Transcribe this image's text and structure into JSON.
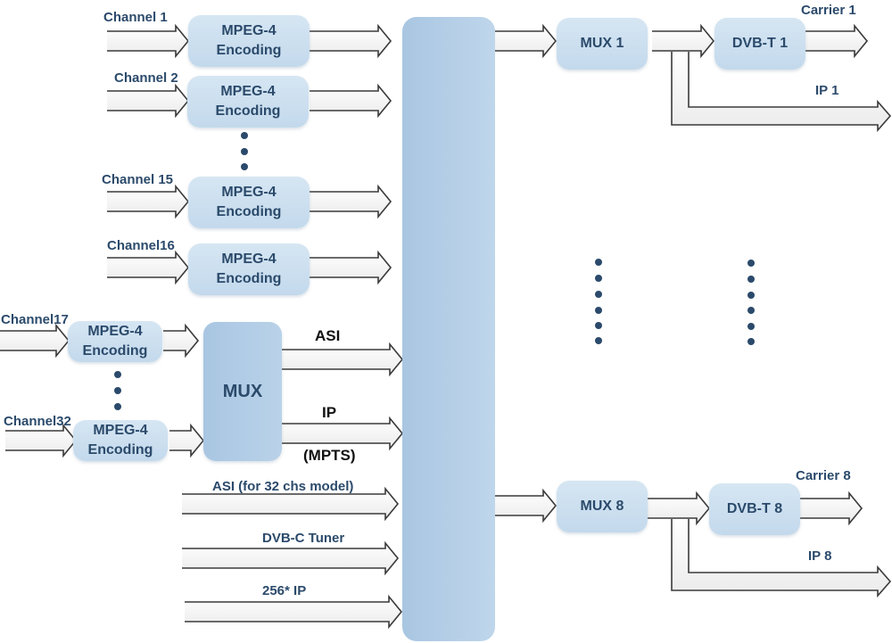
{
  "diagram": {
    "type": "block-diagram",
    "encoders_group_a": [
      {
        "channel": "Channel 1",
        "block_line1": "MPEG-4",
        "block_line2": "Encoding"
      },
      {
        "channel": "Channel 2",
        "block_line1": "MPEG-4",
        "block_line2": "Encoding"
      },
      {
        "channel": "Channel 15",
        "block_line1": "MPEG-4",
        "block_line2": "Encoding"
      },
      {
        "channel": "Channel16",
        "block_line1": "MPEG-4",
        "block_line2": "Encoding"
      }
    ],
    "encoders_group_b": [
      {
        "channel": "Channel17",
        "block_line1": "MPEG-4",
        "block_line2": "Encoding"
      },
      {
        "channel": "Channel32",
        "block_line1": "MPEG-4",
        "block_line2": "Encoding"
      }
    ],
    "mux_block": "MUX",
    "mux_outputs": {
      "asi": "ASI",
      "ip": "IP",
      "ip_note": "(MPTS)"
    },
    "extra_inputs": [
      "ASI (for 32 chs model)",
      "DVB-C Tuner",
      "256* IP"
    ],
    "outputs": [
      {
        "mux": "MUX 1",
        "modulator": "DVB-T 1",
        "carrier": "Carrier 1",
        "ip": "IP 1"
      },
      {
        "mux": "MUX 8",
        "modulator": "DVB-T 8",
        "carrier": "Carrier 8",
        "ip": "IP 8"
      }
    ],
    "colors": {
      "label": "#2b4a6b",
      "block_fill": "#c9ddef",
      "bus_fill": "#b3cde6",
      "arrow_stroke": "#333333",
      "arrow_fill": "#f4f4f4",
      "dot": "#2b4a6b"
    }
  }
}
